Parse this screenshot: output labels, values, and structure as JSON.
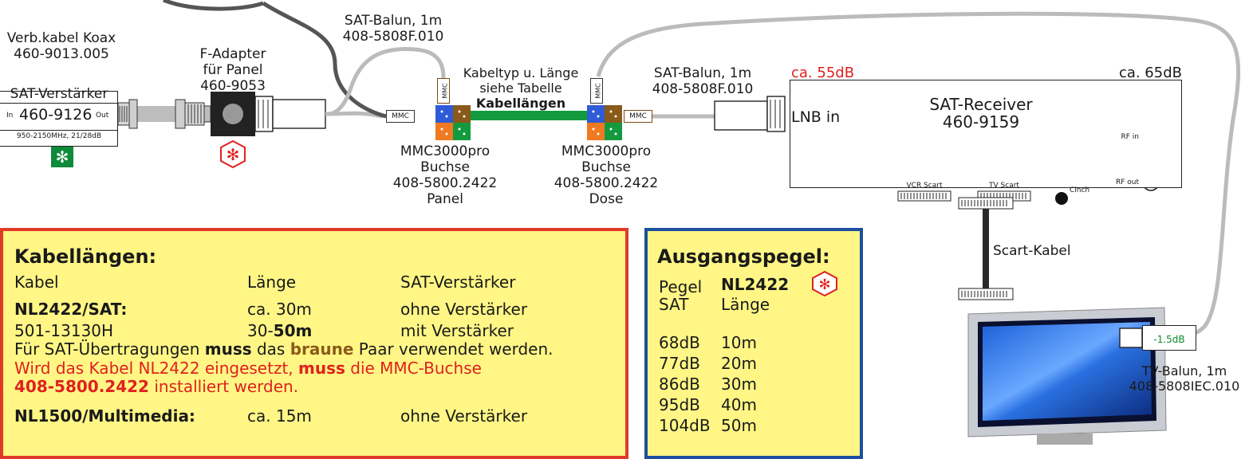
{
  "labels": {
    "verb_kabel": [
      "Verb.kabel Koax",
      "460-9013.005"
    ],
    "sat_verstaerker": "SAT-Verstärker",
    "sat_verstaerker_in": "In",
    "sat_verstaerker_num": "460-9126",
    "sat_verstaerker_out": "Out",
    "sat_verstaerker_freq": "950-2150MHz, 21/28dB",
    "f_adapter": [
      "F-Adapter",
      "für Panel",
      "460-9053"
    ],
    "sat_balun_top": [
      "SAT-Balun, 1m",
      "408-5808F.010"
    ],
    "kabeltyp": [
      "Kabeltyp u. Länge",
      "siehe Tabelle"
    ],
    "kabellaengen_link": "Kabellängen",
    "mmc_left": "MMC",
    "mmc_top_left": "MMC",
    "mmc_top_right": "MMC",
    "mmc_right": "MMC",
    "mmc_panel": [
      "MMC3000pro",
      "Buchse",
      "408-5800.2422",
      "Panel"
    ],
    "mmc_dose": [
      "MMC3000pro",
      "Buchse",
      "408-5800.2422",
      "Dose"
    ],
    "sat_balun_right": [
      "SAT-Balun, 1m",
      "408-5808F.010"
    ],
    "lnb_in": "LNB in",
    "ca_55": "ca. 55dB",
    "ca_65": "ca. 65dB",
    "receiver": [
      "SAT-Receiver",
      "460-9159"
    ],
    "rf_in": "RF in",
    "rf_out": "RF out",
    "vcr_scart": "VCR Scart",
    "tv_scart": "TV Scart",
    "cinch": "Cinch",
    "scart_kabel": "Scart-Kabel",
    "tv_balun_db": "-1.5dB",
    "tv_balun": [
      "TV-Balun, 1m",
      "408-5808IEC.010"
    ]
  },
  "kabellaengen": {
    "title": "Kabellängen:",
    "header": [
      "Kabel",
      "Länge",
      "SAT-Verstärker"
    ],
    "nl2422": [
      "NL2422/SAT:",
      "ca. 30m",
      "ohne Verstärker"
    ],
    "row501": [
      "501-13130H",
      "30-",
      "50m",
      "mit Verstärker"
    ],
    "note1": [
      "Für SAT-Übertragungen ",
      "muss",
      " das ",
      "braune",
      " Paar verwendet werden."
    ],
    "note2": [
      "Wird das Kabel NL2422 eingesetzt, ",
      "muss",
      " die MMC-Buchse"
    ],
    "note3": [
      "408-5800.2422",
      " installiert werden."
    ],
    "nl1500": [
      "NL1500/Multimedia:",
      "ca. 15m",
      "ohne Verstärker"
    ]
  },
  "ausgangspegel": {
    "title": "Ausgangspegel:",
    "col1": [
      "Pegel",
      "SAT"
    ],
    "col2": [
      "NL2422",
      "Länge"
    ],
    "rows": [
      [
        "68dB",
        "10m"
      ],
      [
        "77dB",
        "20m"
      ],
      [
        "86dB",
        "30m"
      ],
      [
        "95dB",
        "40m"
      ],
      [
        "104dB",
        "50m"
      ]
    ]
  },
  "icons": {
    "asterisk": "asterisk-icon"
  },
  "colors": {
    "cable_gray": "#b8b8b8",
    "cable_green": "#139a3f",
    "panel_yellow": "#fff685",
    "panel_red_border": "#e23a2a",
    "panel_blue_border": "#1c4fa0",
    "red_text": "#e02020",
    "green_badge": "#0f8a3a"
  }
}
